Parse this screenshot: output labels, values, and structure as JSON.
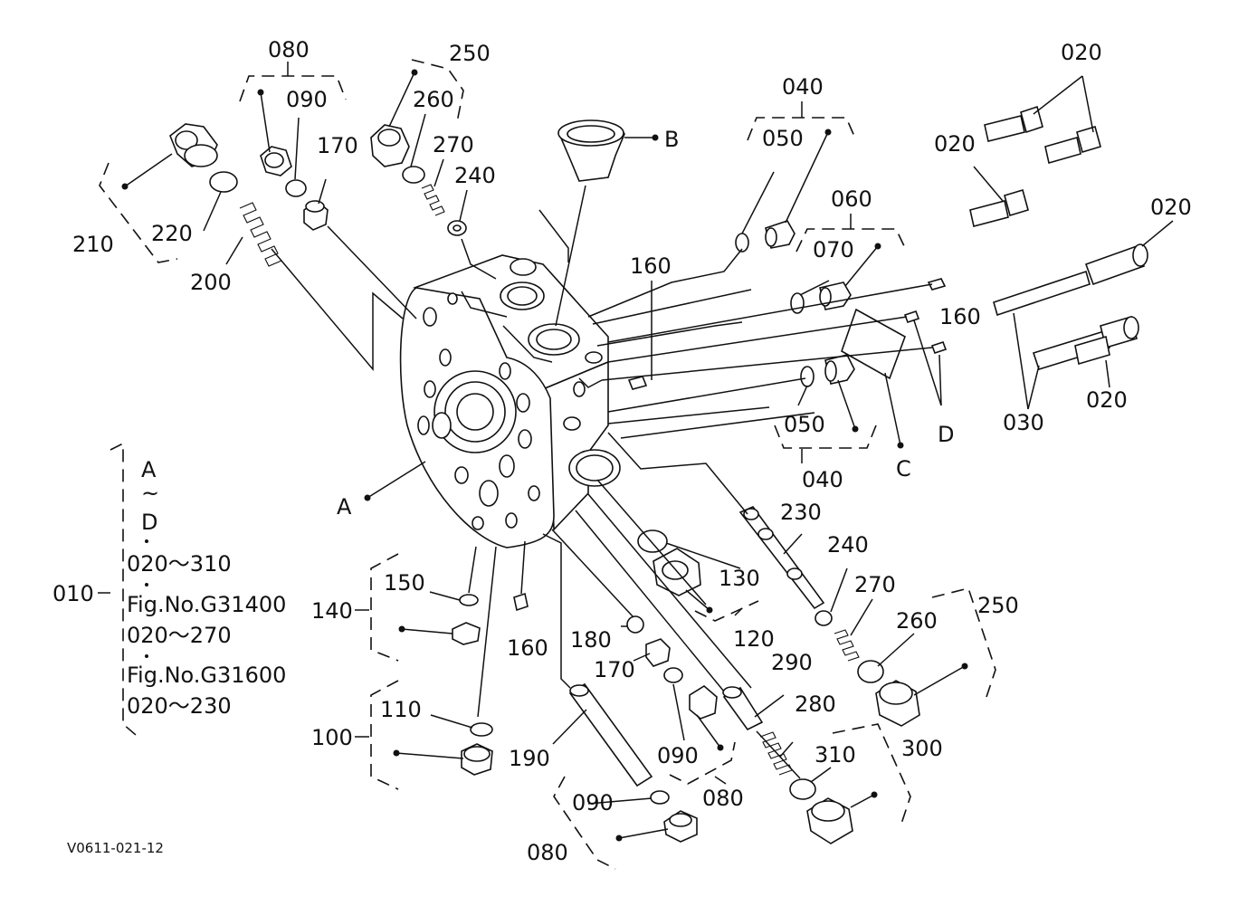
{
  "diagram": {
    "drawing_code": "V0611-021-12",
    "body_labels": {
      "a": "A",
      "b": "B",
      "c": "C",
      "d": "D"
    },
    "legend": {
      "group": "010",
      "line1": "A",
      "line2": "~",
      "line3": "D",
      "range1": "020～310",
      "fig1": "Fig.No.G31400",
      "range2": "020～270",
      "fig2": "Fig.No.G31600",
      "range3": "020～230"
    },
    "part_numbers": {
      "p020": "020",
      "p030": "030",
      "p040": "040",
      "p050": "050",
      "p060": "060",
      "p070": "070",
      "p080": "080",
      "p090": "090",
      "p100": "100",
      "p110": "110",
      "p120": "120",
      "p130": "130",
      "p140": "140",
      "p150": "150",
      "p160": "160",
      "p170": "170",
      "p180": "180",
      "p190": "190",
      "p200": "200",
      "p210": "210",
      "p220": "220",
      "p230": "230",
      "p240": "240",
      "p250": "250",
      "p260": "260",
      "p270": "270",
      "p280": "280",
      "p290": "290",
      "p300": "300",
      "p310": "310"
    }
  }
}
